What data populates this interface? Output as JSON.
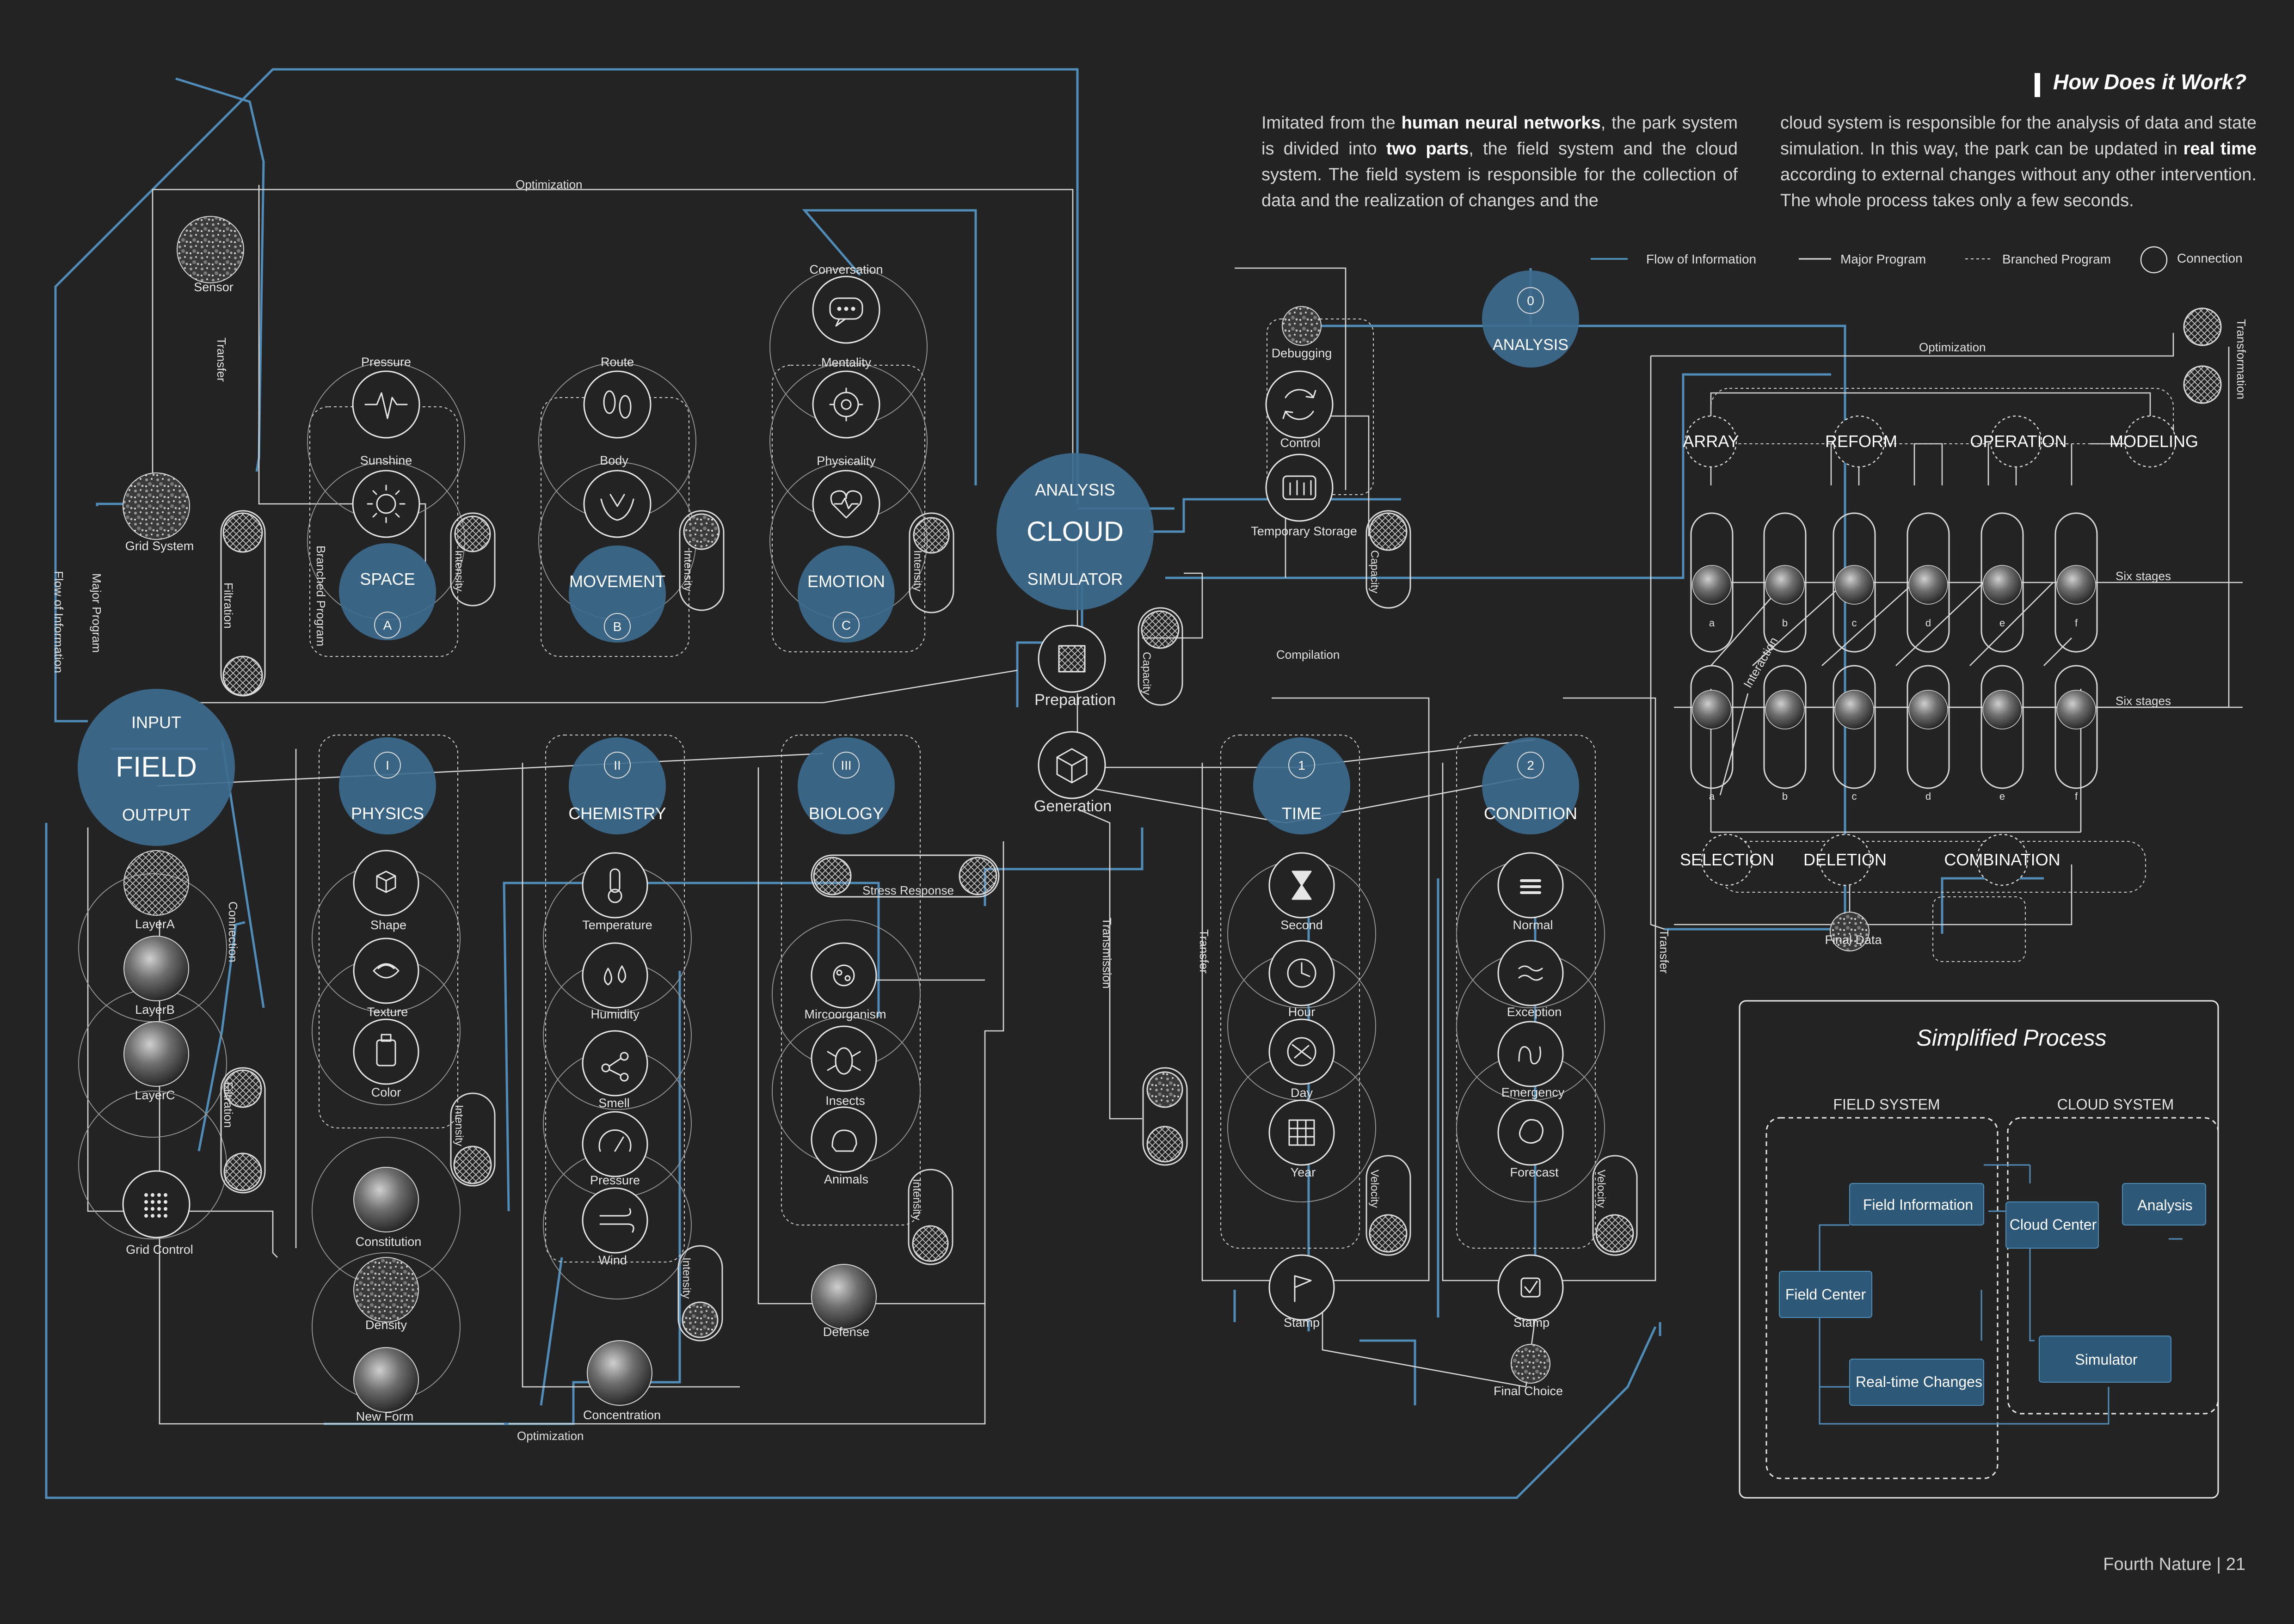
{
  "heading": "How Does it Work?",
  "intro": {
    "p1_a": "Imitated from the ",
    "p1_b": "human neural networks",
    "p1_c": ", the park system is divided into ",
    "p1_d": "two parts",
    "p1_e": ", the field system and the cloud system. The field system is responsible for the collection of data and the realization of changes and the",
    "p2_a": "cloud system is responsible for the analysis of data and state simulation. In this way, the park can be updated in ",
    "p2_b": "real time",
    "p2_c": " according to external changes without any other intervention. The whole process takes only a few seconds."
  },
  "legend": {
    "flow": "Flow of Information",
    "major": "Major Program",
    "branched": "Branched Program",
    "connection": "Connection"
  },
  "hubs": {
    "field": {
      "top": "INPUT",
      "main": "FIELD",
      "bottom": "OUTPUT"
    },
    "cloud": {
      "top": "ANALYSIS",
      "main": "CLOUD",
      "bottom": "SIMULATOR"
    },
    "analysis": {
      "num": "0",
      "label": "ANALYSIS"
    }
  },
  "categories": {
    "space": {
      "label": "SPACE",
      "letter": "A"
    },
    "movement": {
      "label": "MOVEMENT",
      "letter": "B"
    },
    "emotion": {
      "label": "EMOTION",
      "letter": "C"
    },
    "physics": {
      "label": "PHYSICS",
      "num": "I"
    },
    "chemistry": {
      "label": "CHEMISTRY",
      "num": "II"
    },
    "biology": {
      "label": "BIOLOGY",
      "num": "III"
    },
    "time": {
      "label": "TIME",
      "num": "1"
    },
    "condition": {
      "label": "CONDITION",
      "num": "2"
    }
  },
  "nodes": {
    "sensor": "Sensor",
    "grid_system": "Grid System",
    "pressure_top": "Pressure",
    "sunshine": "Sunshine",
    "route": "Route",
    "body": "Body",
    "conversation": "Conversation",
    "mentality": "Mentality",
    "physicality": "Physicality",
    "layer_a": "LayerA",
    "layer_b": "LayerB",
    "layer_c": "LayerC",
    "grid_control": "Grid Control",
    "shape": "Shape",
    "texture": "Texture",
    "color": "Color",
    "constitution": "Constitution",
    "density": "Density",
    "new_form": "New Form",
    "temperature": "Temperature",
    "humidity": "Humidity",
    "smell": "Smell",
    "pressure_mid": "Pressure",
    "wind": "Wind",
    "concentration": "Concentration",
    "microorganism": "Mircoorganism",
    "insects": "Insects",
    "animals": "Animals",
    "defense": "Defense",
    "debugging": "Debugging",
    "control": "Control",
    "temporary_storage": "Temporary Storage",
    "preparation": "Preparation",
    "generation": "Generation",
    "second": "Second",
    "hour": "Hour",
    "day": "Day",
    "year": "Year",
    "stamp_time": "Stamp",
    "normal": "Normal",
    "exception": "Exception",
    "emergency": "Emergency",
    "forecast": "Forecast",
    "stamp_condition": "Stamp",
    "final_choice": "Final Choice",
    "final_data": "Final Data"
  },
  "edge_labels": {
    "optimization_top": "Optimization",
    "optimization_bottom": "Optimization",
    "optimization_right": "Optimization",
    "transfer_left": "Transfer",
    "filtration_top": "Filtration",
    "filtration_bottom": "Filtration",
    "branched_program": "Branched Program",
    "major_program": "Major Program",
    "flow_of_information": "Flow of Information",
    "connection": "Connection",
    "intensity": "Intensity",
    "capacity": "Capacity",
    "compilation": "Compilation",
    "stress_response": "Stress Response",
    "transmission": "Transmission",
    "transfer_time": "Transfer",
    "transfer_condition": "Transfer",
    "velocity": "Velocity",
    "transformation": "Transformation",
    "interaction": "Interaction",
    "six_stages": "Six stages"
  },
  "algorithm": {
    "top": [
      "ARRAY",
      "REFORM",
      "OPERATION",
      "MODELING"
    ],
    "bottom": [
      "SELECTION",
      "DELETION",
      "COMBINATION"
    ],
    "stages": [
      "a",
      "b",
      "c",
      "d",
      "e",
      "f"
    ]
  },
  "simplified": {
    "title": "Simplified Process",
    "field_system": "FIELD SYSTEM",
    "cloud_system": "CLOUD SYSTEM",
    "field_information": "Field Information",
    "field_center": "Field Center",
    "realtime_changes": "Real-time Changes",
    "cloud_center": "Cloud Center",
    "analysis": "Analysis",
    "simulator": "Simulator"
  },
  "footer": "Fourth Nature | 21",
  "colors": {
    "background": "#232323",
    "accent": "#4f8cb8",
    "hub_fill": "#3d6b8e",
    "line": "#d8d8d8",
    "box_fill": "#2e5877"
  }
}
